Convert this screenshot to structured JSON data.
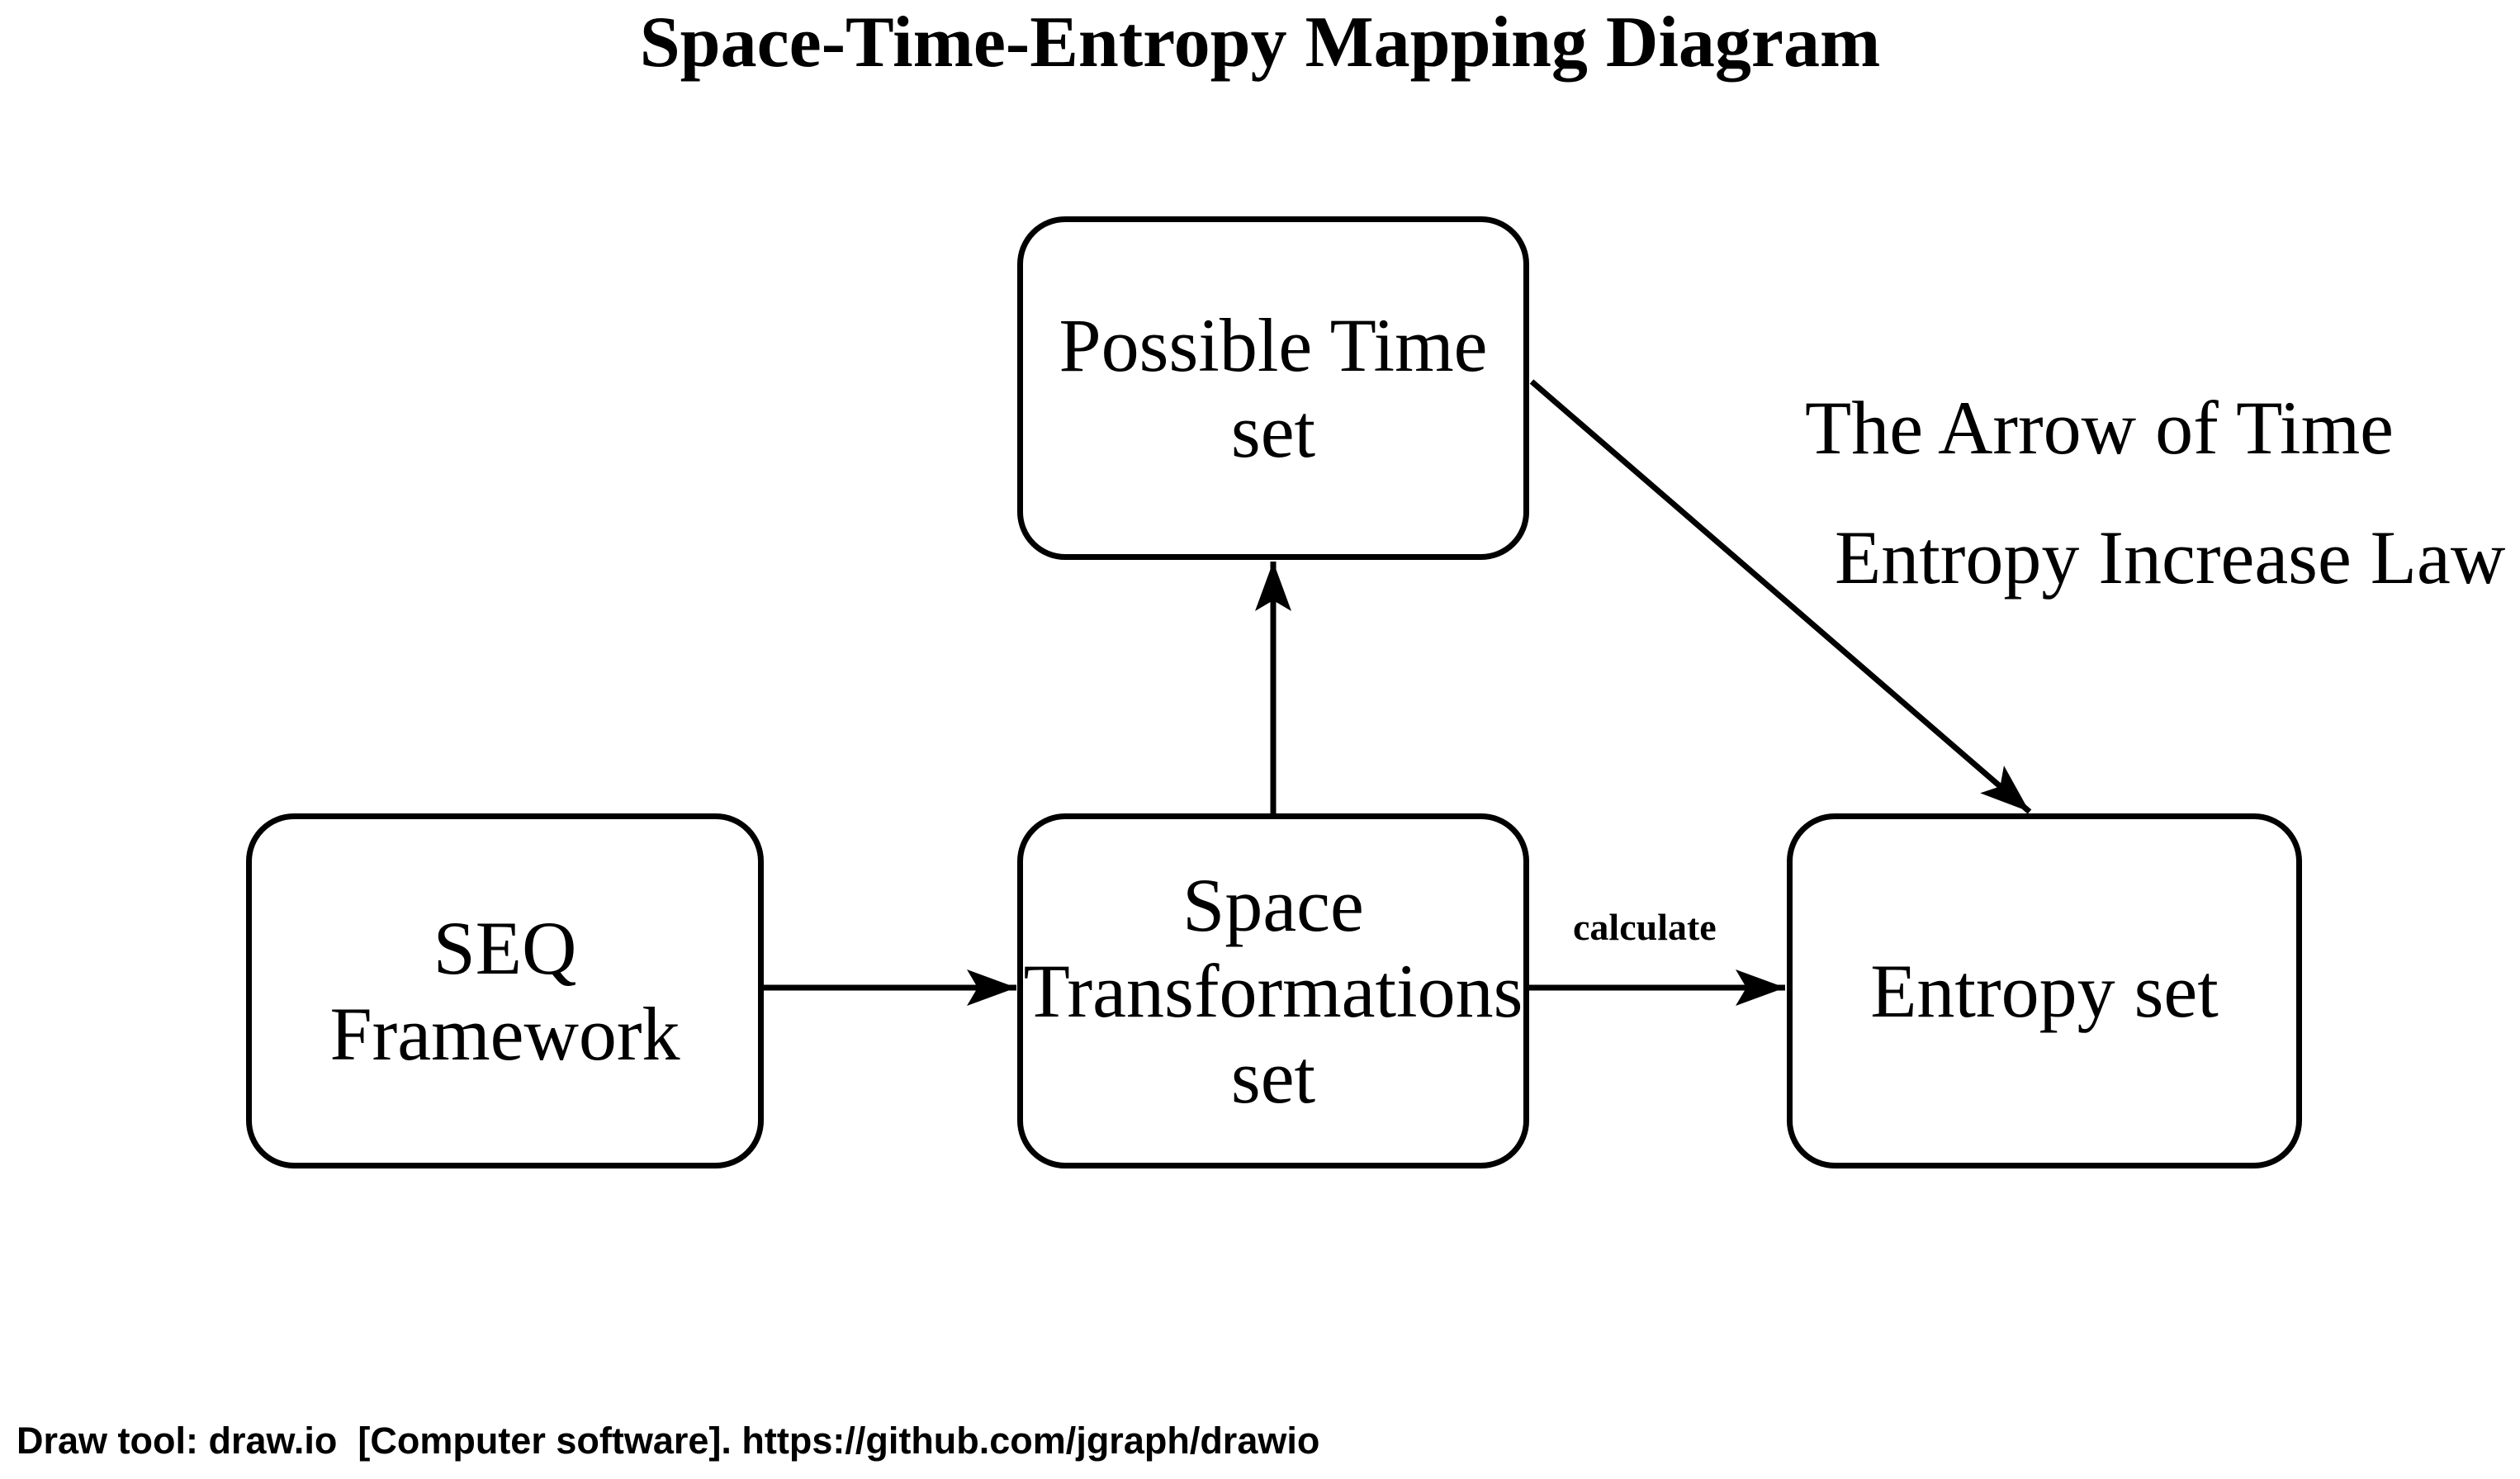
{
  "title": "Space-Time-Entropy Mapping Diagram",
  "colors": {
    "background": "#ffffff",
    "stroke": "#000000",
    "text": "#000000"
  },
  "nodes": {
    "possible_time_set": {
      "lines": [
        "Possible Time",
        "set"
      ]
    },
    "seq_framework": {
      "lines": [
        "SEQ",
        "Framework"
      ]
    },
    "space_transformations_set": {
      "lines": [
        "Space",
        "Transformations",
        "set"
      ]
    },
    "entropy_set": {
      "lines": [
        "Entropy set"
      ]
    }
  },
  "edges": [
    {
      "from": "seq_framework",
      "to": "space_transformations_set",
      "label": ""
    },
    {
      "from": "space_transformations_set",
      "to": "possible_time_set",
      "label": ""
    },
    {
      "from": "space_transformations_set",
      "to": "entropy_set",
      "label": "calculate"
    },
    {
      "from": "possible_time_set",
      "to": "entropy_set",
      "label": ""
    }
  ],
  "annotations": {
    "arrow_of_time": "The Arrow of Time",
    "entropy_increase_law": "Entropy Increase Law"
  },
  "footer": "Draw tool: draw.io  [Computer software]. https://github.com/jgraph/drawio"
}
